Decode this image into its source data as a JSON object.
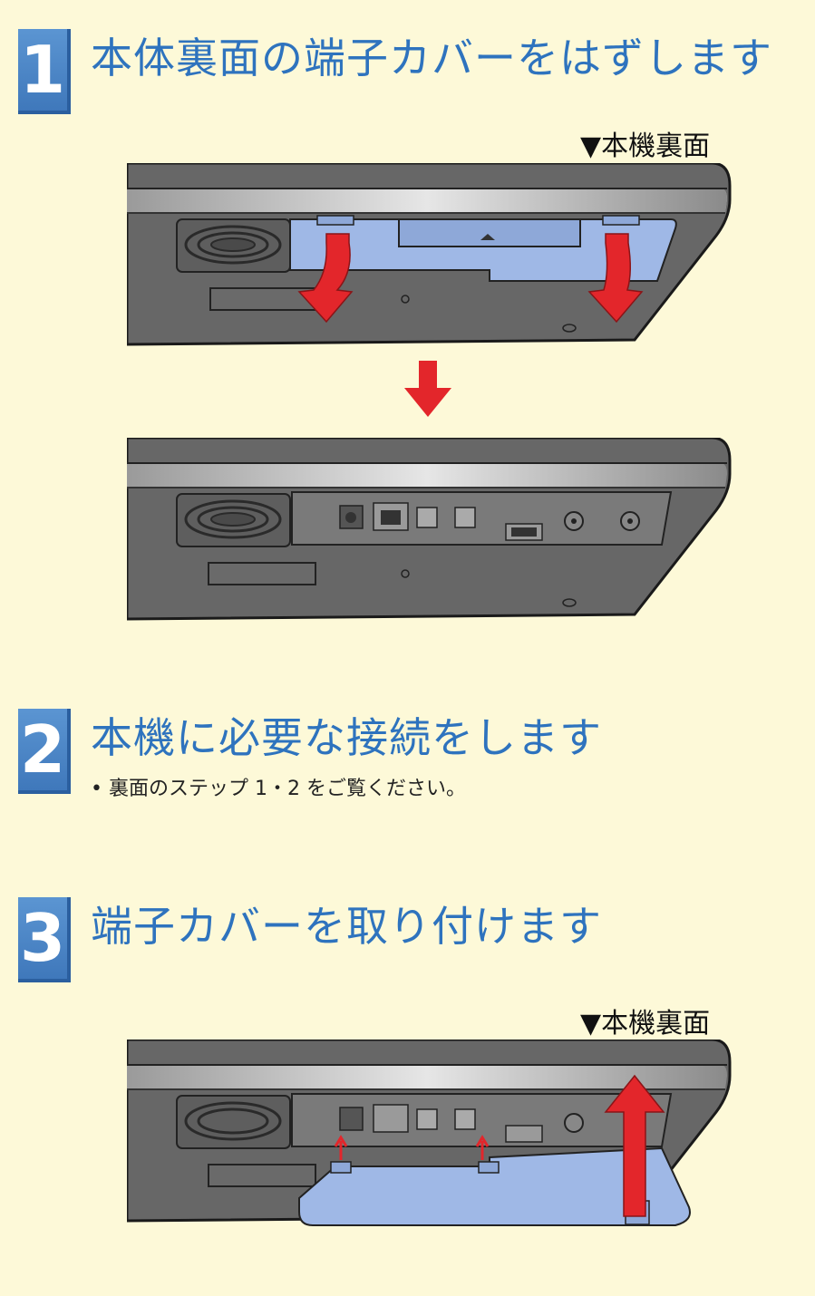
{
  "steps": [
    {
      "number": "1",
      "title": "本体裏面の端子カバーをはずします",
      "view_label": "▼本機裏面"
    },
    {
      "number": "2",
      "title": "本機に必要な接続をします",
      "note": "• 裏面のステップ 1・2 をご覧ください。"
    },
    {
      "number": "3",
      "title": "端子カバーを取り付けます",
      "view_label": "▼本機裏面"
    }
  ],
  "colors": {
    "title_blue": "#2e73be",
    "number_badge": "#4682c6",
    "background": "#fdf9d8",
    "arrow_red": "#e3262b",
    "cover_blue": "#9fb8e6"
  }
}
